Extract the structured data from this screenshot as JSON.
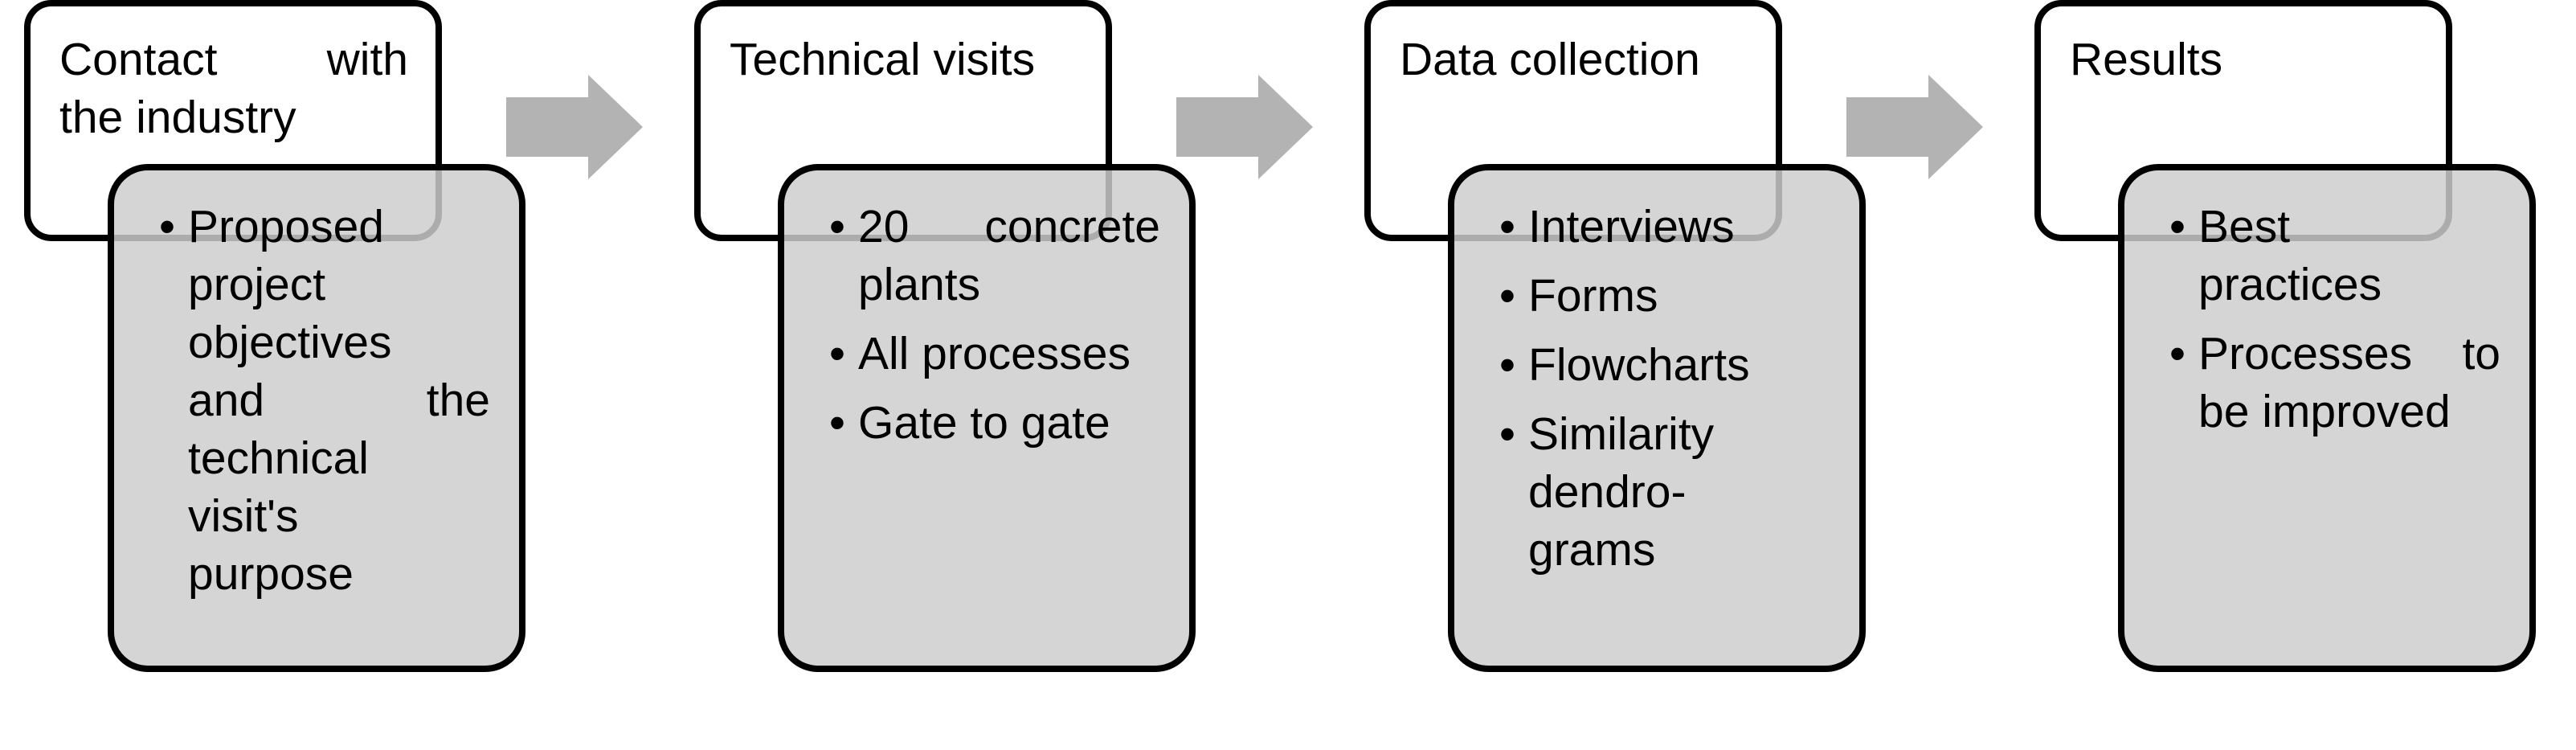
{
  "steps": [
    {
      "title_line1": "Contact with",
      "title_line2": "the industry",
      "bullets": [
        {
          "l1": "Proposed",
          "l2": "project",
          "l3": "objectives",
          "l4": "and the",
          "l5": "technical",
          "l6": "visit's",
          "l7": "purpose"
        }
      ]
    },
    {
      "title": "Technical visits",
      "bullets": [
        {
          "l1": "20 concrete",
          "l2": "plants"
        },
        {
          "l1": "All processes"
        },
        {
          "l1": "Gate to gate"
        }
      ]
    },
    {
      "title": "Data collection",
      "bullets": [
        {
          "l1": "Interviews"
        },
        {
          "l1": "Forms"
        },
        {
          "l1": "Flowcharts"
        },
        {
          "l1": "Similarity",
          "l2": "dendro-",
          "l3": "grams"
        }
      ]
    },
    {
      "title": "Results",
      "bullets": [
        {
          "l1": "Best",
          "l2": "practices"
        },
        {
          "l1": "Processes to",
          "l2": "be improved"
        }
      ]
    }
  ],
  "bullet_glyph": "•",
  "colors": {
    "border": "#000000",
    "detail_fill": "#d3d3d3",
    "arrow_fill": "#b3b3b3",
    "title_fill": "#ffffff"
  },
  "icons": [
    "right-arrow-icon"
  ]
}
